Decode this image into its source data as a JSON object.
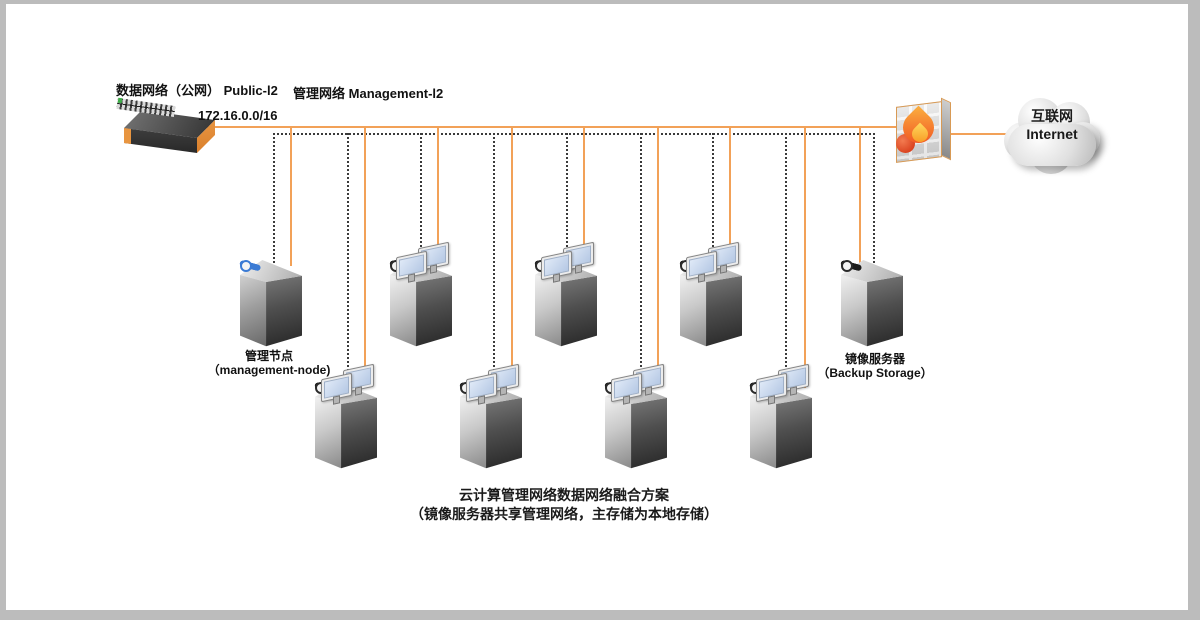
{
  "header": {
    "public_network": {
      "cn": "数据网络（公网）",
      "en": "Public-l2"
    },
    "management_network": {
      "cn": "管理网络",
      "en": "Management-l2"
    },
    "subnet": "172.16.0.0/16"
  },
  "devices": {
    "internet_cloud": {
      "cn": "互联网",
      "en": "Internet"
    },
    "management_node": {
      "cn": "管理节点",
      "en": "（management-node)"
    },
    "backup_storage": {
      "cn": "镜像服务器",
      "en": "（Backup Storage）"
    },
    "compute_node_count": 7
  },
  "caption": {
    "line1": "云计算管理网络数据网络融合方案",
    "line2": "（镜像服务器共享管理网络，主存储为本地存储）"
  },
  "icons": {
    "switch": "isometric-ethernet-switch",
    "firewall": "brick-wall-with-flame",
    "internet": "cloud-shape",
    "server": "isometric-tower-server",
    "vm": "dual-monitors"
  },
  "colors": {
    "data_network_line": "#F2A158",
    "management_network_line": "#3A3A3A",
    "management_node_stripe": "#3B7BD4",
    "frame_border": "#BCBCBC"
  }
}
